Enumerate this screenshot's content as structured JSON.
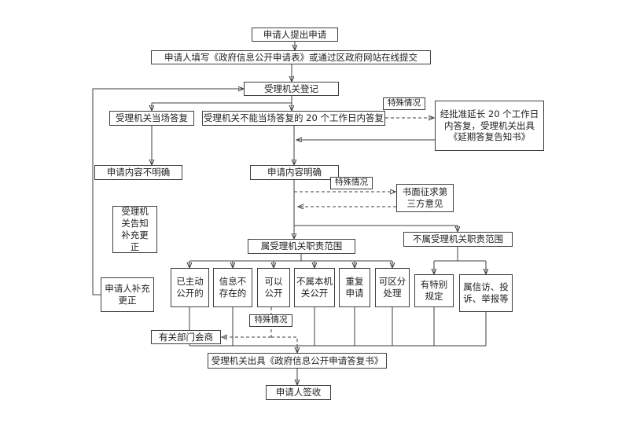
{
  "page": {
    "background": "#ffffff",
    "line_color": "#3f3f3f",
    "text_color": "#1f1f1f",
    "border_color": "#3f3f3f"
  },
  "nodes": {
    "apply": "申请人提出申请",
    "fill_form": "申请人填写《政府信息公开申请表》或通过区政府网站在线提交",
    "register": "受理机关登记",
    "onspot_reply": "受理机关当场答复",
    "cannot_reply": "受理机关不能当场答复的 20 个工作日内答复",
    "special_case_1": "特殊情况",
    "extend_reply": "经批准延长 20 个工作日内答复，受理机关出具《延期答复告知书》",
    "content_unclear": "申请内容不明确",
    "content_clear": "申请内容明确",
    "special_case_2": "特殊情况",
    "third_party_opinion": "书面征求第三方意见",
    "notify_supplement": "受理机关告知补充更正",
    "in_scope": "属受理机关职责范围",
    "out_of_scope": "不属受理机关职责范围",
    "applicant_supplement": "申请人补充更正",
    "already_public": "已主动公开的",
    "info_not_exist": "信息不存在的",
    "can_public": "可以公开",
    "not_this_org": "不属本机关公开",
    "repeat_apply": "重复申请",
    "separable": "可区分处理",
    "special_rules": "有特别规定",
    "petition_complaint": "属信访、投诉、举报等",
    "special_case_3": "特殊情况",
    "consult_departments": "有关部门会商",
    "issue_reply": "受理机关出具《政府信息公开申请答复书》",
    "sign_receipt": "申请人签收"
  }
}
